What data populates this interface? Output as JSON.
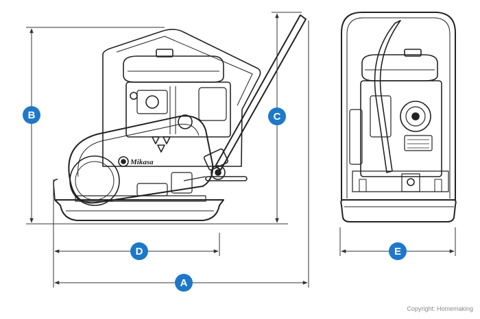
{
  "colors": {
    "badge": "#1e78c8",
    "line": "#222222",
    "dimension": "#333333",
    "copyright": "#8a8a8a"
  },
  "dimension_labels": {
    "a": "A",
    "b": "B",
    "c": "C",
    "d": "D",
    "e": "E"
  },
  "logo_text": "Mikasa",
  "copyright": "Copyright: Homemaking"
}
